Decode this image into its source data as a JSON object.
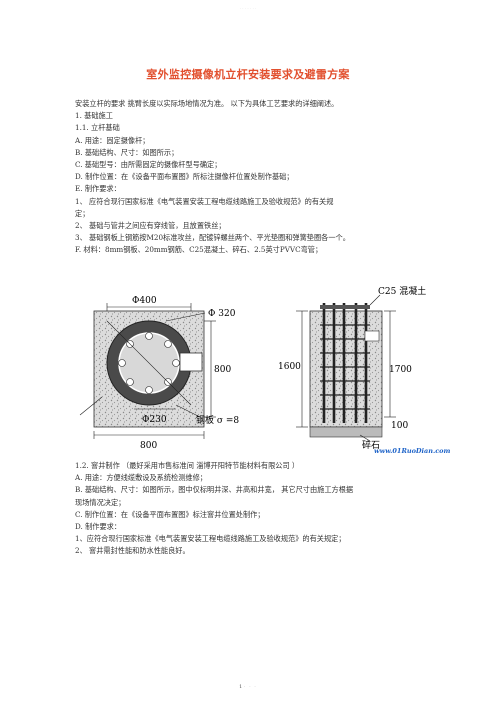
{
  "header": {
    "mark": "· · · · · · ·"
  },
  "title": "室外监控摄像机立杆安装要求及避雷方案",
  "lines": [
    "安装立杆的要求 挑臂长度以实际场地情况为准。 以下为具体工艺要求的详细阐述。",
    "1. 基础施工",
    "1.1.   立杆基础",
    "A.  用途：固定摄像杆；",
    "B.  基础结构、尺寸：如图所示；",
    "C.  基础型号：由所需固定的摄像杆型号确定；",
    "D.  制作位置：在《设备平面布置图》所标注摄像杆位置处制作基础；",
    "E.  制作要求：",
    "1、 应符合现行国家标准《电气装置安装工程电缆线路施工及验收规范》的有关规",
    "定；",
    "2、 基础与管井之间应有穿线管，且放置铁丝；",
    "3、 基础钢板上钢筋按M20标准攻丝，配镀锌螺丝两个、平光垫圈和弹簧垫圈各一个。",
    "F.  材料：8mm钢板、20mm钢筋、C25混凝土、碎石、2.5英寸PVVC弯管；"
  ],
  "figure": {
    "left": {
      "phi400": "Φ400",
      "phi320": "Φ 320",
      "h800": "800",
      "phi230": "Φ230",
      "plate": "钢板 σ =8",
      "w800": "800"
    },
    "right": {
      "concrete": "C25 混凝土",
      "h1600": "1600",
      "h1700": "1700",
      "h100": "100",
      "gravel": "碎石",
      "watermark": "www.01RuoDian.com"
    }
  },
  "lines2": [
    "1.2.   窨井制作  （最好采用市售标准间   淄博开阳特节能材料有限公司 ）",
    "A.  用途：方便线缆敷设及系统检测维修；",
    "B.  基础结构、尺寸：如图所示，图中仅标明井深、井高和井宽，  其它尺寸由施工方根据",
    "现场情况决定；",
    "C.  制作位置：在《设备平面布置图》标注窨井位置处制作；",
    "D.  制作要求：",
    "1、应符合现行国家标准《电气装置安装工程电缆线路施工及验收规范》的有关规定；",
    "2、 窨井需封性能和防水性能良好。"
  ],
  "footer": {
    "page": "1",
    "dots": "· · ·"
  }
}
